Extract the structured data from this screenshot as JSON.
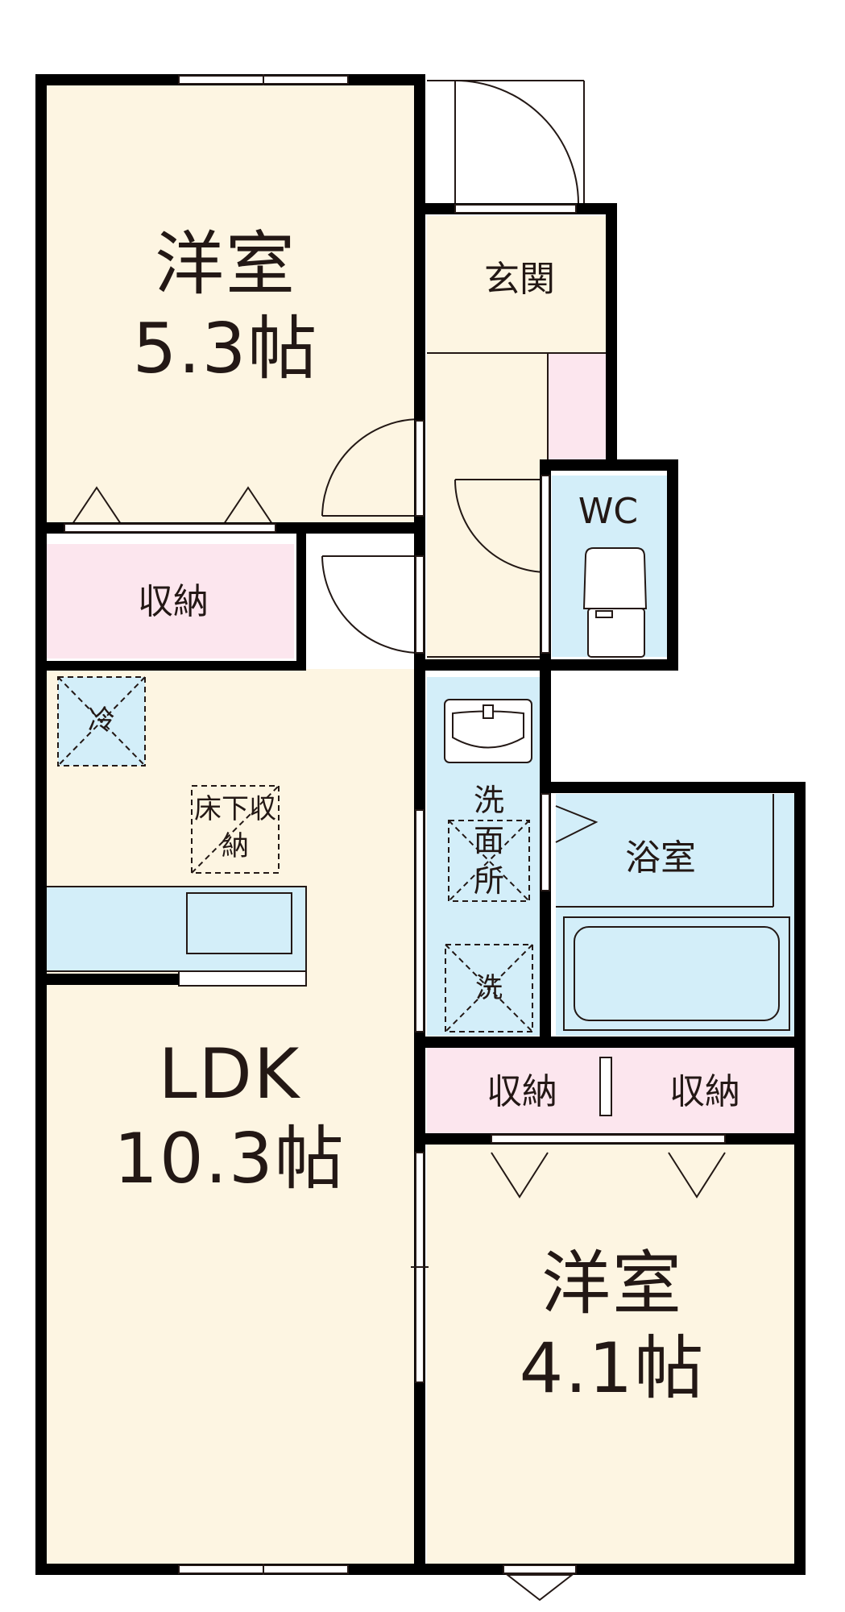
{
  "rooms": {
    "bedroom_a": {
      "name": "洋室",
      "size": "5.3帖"
    },
    "bedroom_b": {
      "name": "洋室",
      "size": "4.1帖"
    },
    "ldk": {
      "name": "LDK",
      "size": "10.3帖"
    },
    "entrance": {
      "name": "玄関"
    },
    "toilet": {
      "name": "WC"
    },
    "bath": {
      "name": "浴室"
    },
    "washroom": {
      "name": "洗面所"
    }
  },
  "storage": {
    "closet_a": "収納",
    "closet_b": "収納",
    "closet_c": "収納",
    "underfloor": "床下収納"
  },
  "fixtures": {
    "fridge": "冷",
    "washer": "洗"
  },
  "colors": {
    "room_fill": "#fdf5e2",
    "wet_fill": "#d3eef9",
    "storage_fill": "#fce6ee",
    "wall": "#000000",
    "line": "#231815"
  }
}
